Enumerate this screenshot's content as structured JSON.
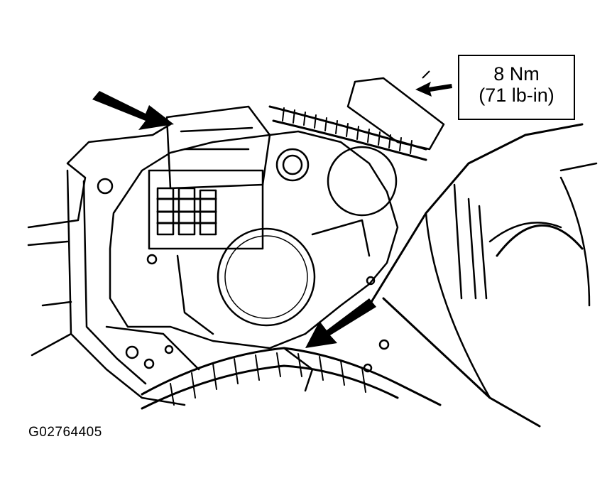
{
  "torque_callout": {
    "metric": "8 Nm",
    "imperial": "(71 lb-in)"
  },
  "figure_id": "G02764405",
  "colors": {
    "ink": "#000000",
    "paper": "#ffffff"
  }
}
